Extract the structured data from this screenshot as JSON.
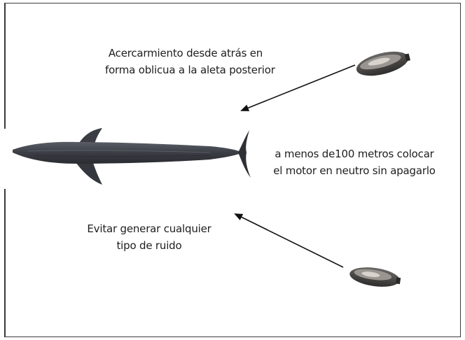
{
  "labels": {
    "approach": {
      "line1": "Acercarmiento desde atrás en",
      "line2": "forma oblicua a la aleta posterior"
    },
    "neutral": {
      "line1": "a menos de100 metros colocar",
      "line2": "el motor en neutro sin apagarlo"
    },
    "noise": {
      "line1": "Evitar generar cualquier",
      "line2": "tipo de ruido"
    }
  },
  "colors": {
    "whale": "#3d4046",
    "boat": "#4a4848",
    "arrow": "#111111",
    "text": "#1e1e1e"
  }
}
